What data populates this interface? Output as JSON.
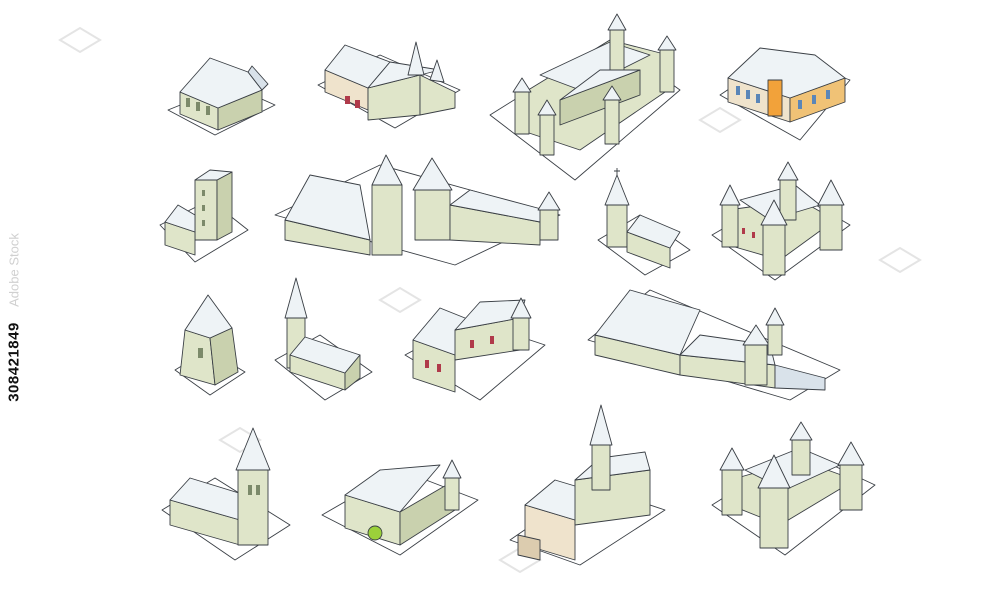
{
  "image": {
    "subject": "isometric castles, churches and manor buildings",
    "stock_id": "308421849",
    "watermark_brand": "Adobe Stock"
  },
  "colors": {
    "roof": "#eef3f6",
    "wall": "#dfe5c9",
    "outline": "#3a3f45",
    "window_red": "#b03a4a",
    "window_blue": "#5a86b8",
    "tree": "#9bd13a"
  },
  "buildings": [
    {
      "name": "small-manor-house",
      "row": 1
    },
    {
      "name": "manor-with-turrets",
      "row": 1
    },
    {
      "name": "walled-castle",
      "row": 1
    },
    {
      "name": "villa-with-bay-window",
      "row": 1
    },
    {
      "name": "square-tower-house",
      "row": 2
    },
    {
      "name": "large-chateau",
      "row": 2
    },
    {
      "name": "small-chapel",
      "row": 2
    },
    {
      "name": "round-tower-castle",
      "row": 2
    },
    {
      "name": "bell-tower",
      "row": 3
    },
    {
      "name": "steeple-church",
      "row": 3
    },
    {
      "name": "l-shaped-chateau",
      "row": 3
    },
    {
      "name": "long-manor-complex",
      "row": 3
    },
    {
      "name": "gothic-church",
      "row": 4
    },
    {
      "name": "farmhouse-with-tree",
      "row": 4
    },
    {
      "name": "abbey",
      "row": 4
    },
    {
      "name": "four-tower-castle",
      "row": 4
    }
  ]
}
